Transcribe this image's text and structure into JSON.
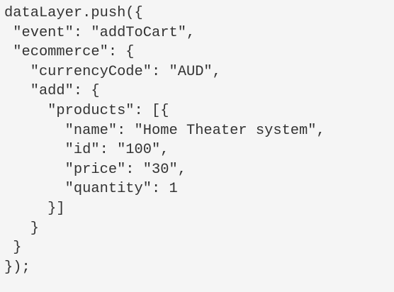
{
  "code_snippet": {
    "lines": [
      "dataLayer.push({",
      " \"event\": \"addToCart\",",
      " \"ecommerce\": {",
      "   \"currencyCode\": \"AUD\",",
      "   \"add\": {",
      "     \"products\": [{",
      "       \"name\": \"Home Theater system\",",
      "       \"id\": \"100\",",
      "       \"price\": \"30\",",
      "       \"quantity\": 1",
      "     }]",
      "   }",
      " }",
      "});"
    ]
  }
}
